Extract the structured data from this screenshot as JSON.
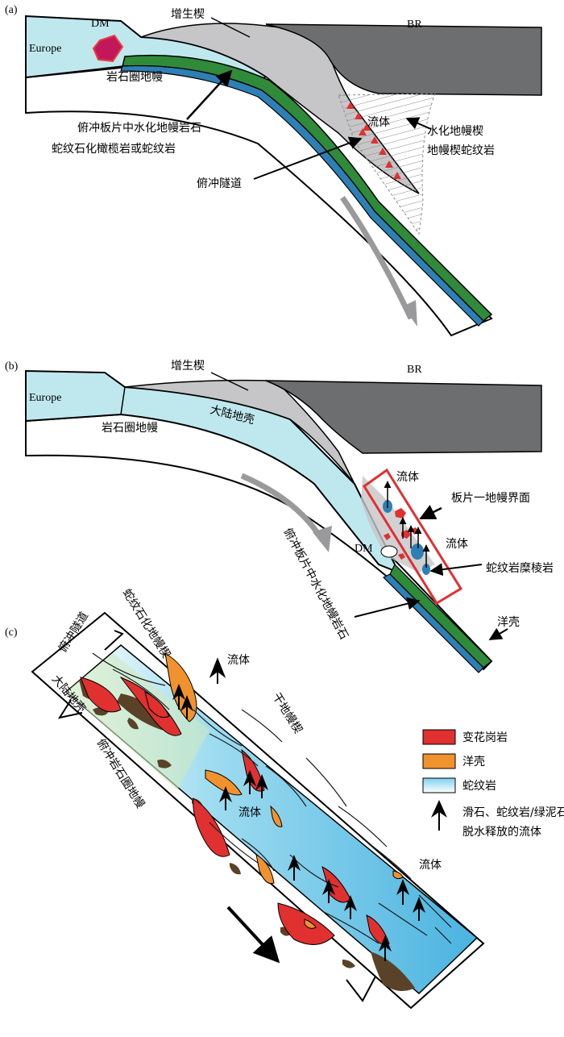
{
  "panels": {
    "a": {
      "panel_label": "(a)",
      "labels": {
        "dm": "DM",
        "europe": "Europe",
        "accretion_wedge": "增生楔",
        "br": "BR",
        "lithosphere_mantle": "岩石圈地幔",
        "hydrated_mantle_line1": "俯冲板片中水化地幔岩石",
        "hydrated_mantle_line2": "蛇纹石化橄榄岩或蛇纹岩",
        "fluid": "流体",
        "mantle_wedge_line1": "水化地幔楔",
        "mantle_wedge_line2": "地幔楔蛇纹岩",
        "channel": "俯冲隧道"
      }
    },
    "b": {
      "panel_label": "(b)",
      "labels": {
        "accretion_wedge": "增生楔",
        "br": "BR",
        "europe": "Europe",
        "continental_crust": "大陆地壳",
        "lithosphere_mantle": "岩石圈地幔",
        "fluid_top": "流体",
        "slab_mantle_interface": "板片一地幔界面",
        "fluid_right": "流体",
        "dm": "DM",
        "serpentinite_melange": "蛇纹岩糜棱岩",
        "hydrated_mantle_rotated": "俯冲板片中水化地幔岩石",
        "oceanic_crust": "洋壳"
      }
    },
    "c": {
      "panel_label": "(c)",
      "labels": {
        "channel": "俯冲隧道",
        "serpentinized_wedge": "蛇纹石化地幔楔",
        "continental_crust": "大陆地壳",
        "fluid_top": "流体",
        "dry_mantle_wedge": "干地幔楔",
        "subducting_lithosphere": "俯冲岩石圈地幔",
        "fluid_mid": "流体",
        "fluid_right": "流体"
      },
      "legend": [
        {
          "label": "变花岗岩",
          "color": "#e03030"
        },
        {
          "label": "洋壳",
          "color": "#f0922e"
        },
        {
          "label": "蛇纹岩",
          "color": "#5bc0e8"
        }
      ],
      "legend_arrow_line1": "滑石、蛇纹岩/绿泥石",
      "legend_arrow_line2": "脱水释放的流体"
    }
  },
  "colors": {
    "cyan": "#bfe8ee",
    "gray_light": "#c6c6c8",
    "gray_dark": "#6d6e70",
    "green": "#2f8a3a",
    "blue": "#2e7fb5",
    "red": "#e03030",
    "orange": "#f0922e",
    "brown": "#5a4228",
    "magenta": "#c2185b"
  }
}
